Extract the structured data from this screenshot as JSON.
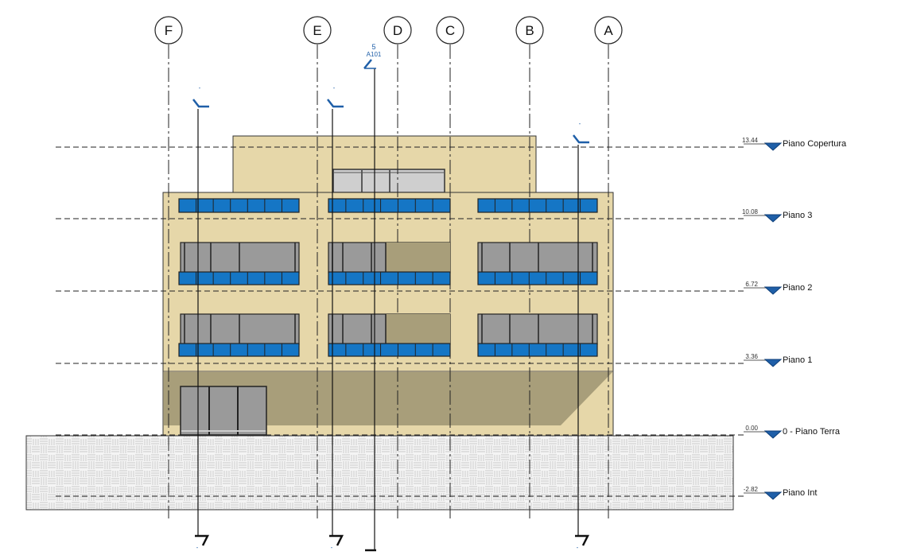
{
  "elevation": {
    "grids": [
      {
        "label": "F",
        "id": "f"
      },
      {
        "label": "E",
        "id": "e"
      },
      {
        "label": "D",
        "id": "d"
      },
      {
        "label": "C",
        "id": "c"
      },
      {
        "label": "B",
        "id": "b"
      },
      {
        "label": "A",
        "id": "a"
      }
    ],
    "levels": [
      {
        "id": "copertura",
        "elevation": "13.44",
        "name": "Piano Copertura"
      },
      {
        "id": "p3",
        "elevation": "10.08",
        "name": "Piano 3"
      },
      {
        "id": "p2",
        "elevation": "6.72",
        "name": "Piano 2"
      },
      {
        "id": "p1",
        "elevation": "3.36",
        "name": "Piano 1"
      },
      {
        "id": "terra",
        "elevation": "0.00",
        "name": "0 - Piano Terra"
      },
      {
        "id": "int",
        "elevation": "-2.82",
        "name": "Piano Int"
      }
    ],
    "section_callout": {
      "number": "5",
      "sheet": "A101"
    },
    "section_marker_dash": "-",
    "colors": {
      "facade": "#e6d7a9",
      "shadow": "#a79d79",
      "glass": "#9a9a9a",
      "blue_panel": "#1576c5",
      "annotation_blue": "#1f5fa8",
      "ground_hatch": "#c9c9c9"
    }
  }
}
